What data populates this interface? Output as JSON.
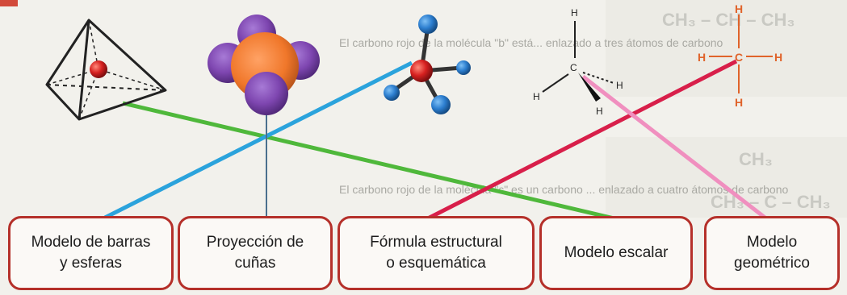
{
  "boxes": [
    {
      "label": "Modelo de barras\ny esferas"
    },
    {
      "label": "Proyección de\ncuñas"
    },
    {
      "label": "Fórmula estructural\no esquemática"
    },
    {
      "label": "Modelo escalar"
    },
    {
      "label": "Modelo\ngeométrico"
    }
  ],
  "background_text": {
    "upper_left": "El carbono rojo de la molécula \"b\" está... enlazado a tres átomos de carbono",
    "upper_right": "CH₃ – CH – CH₃",
    "lower_left": "El carbono rojo de la molécula \"c\" es un carbono ... enlazado a cuatro átomos de carbono",
    "lower_right_top": "CH₃",
    "lower_right": "CH₃ – C – CH₃"
  },
  "molecule_labels": {
    "hydrogen": "H",
    "carbon": "C",
    "hydrogen_orange": "H",
    "carbon_orange": "C"
  },
  "colors": {
    "box_border": "#b5302a",
    "line_green": "#4fb83b",
    "line_blue": "#2ba3dc",
    "line_steel": "#4a6f8e",
    "line_red": "#d81f4a",
    "line_pink": "#f08fbf",
    "sphere_blue": "#2d7fd0",
    "sphere_red": "#d6201f",
    "sphere_purple": "#7e46b0",
    "sphere_orange": "#f0772a",
    "structural_orange": "#e0632a"
  }
}
